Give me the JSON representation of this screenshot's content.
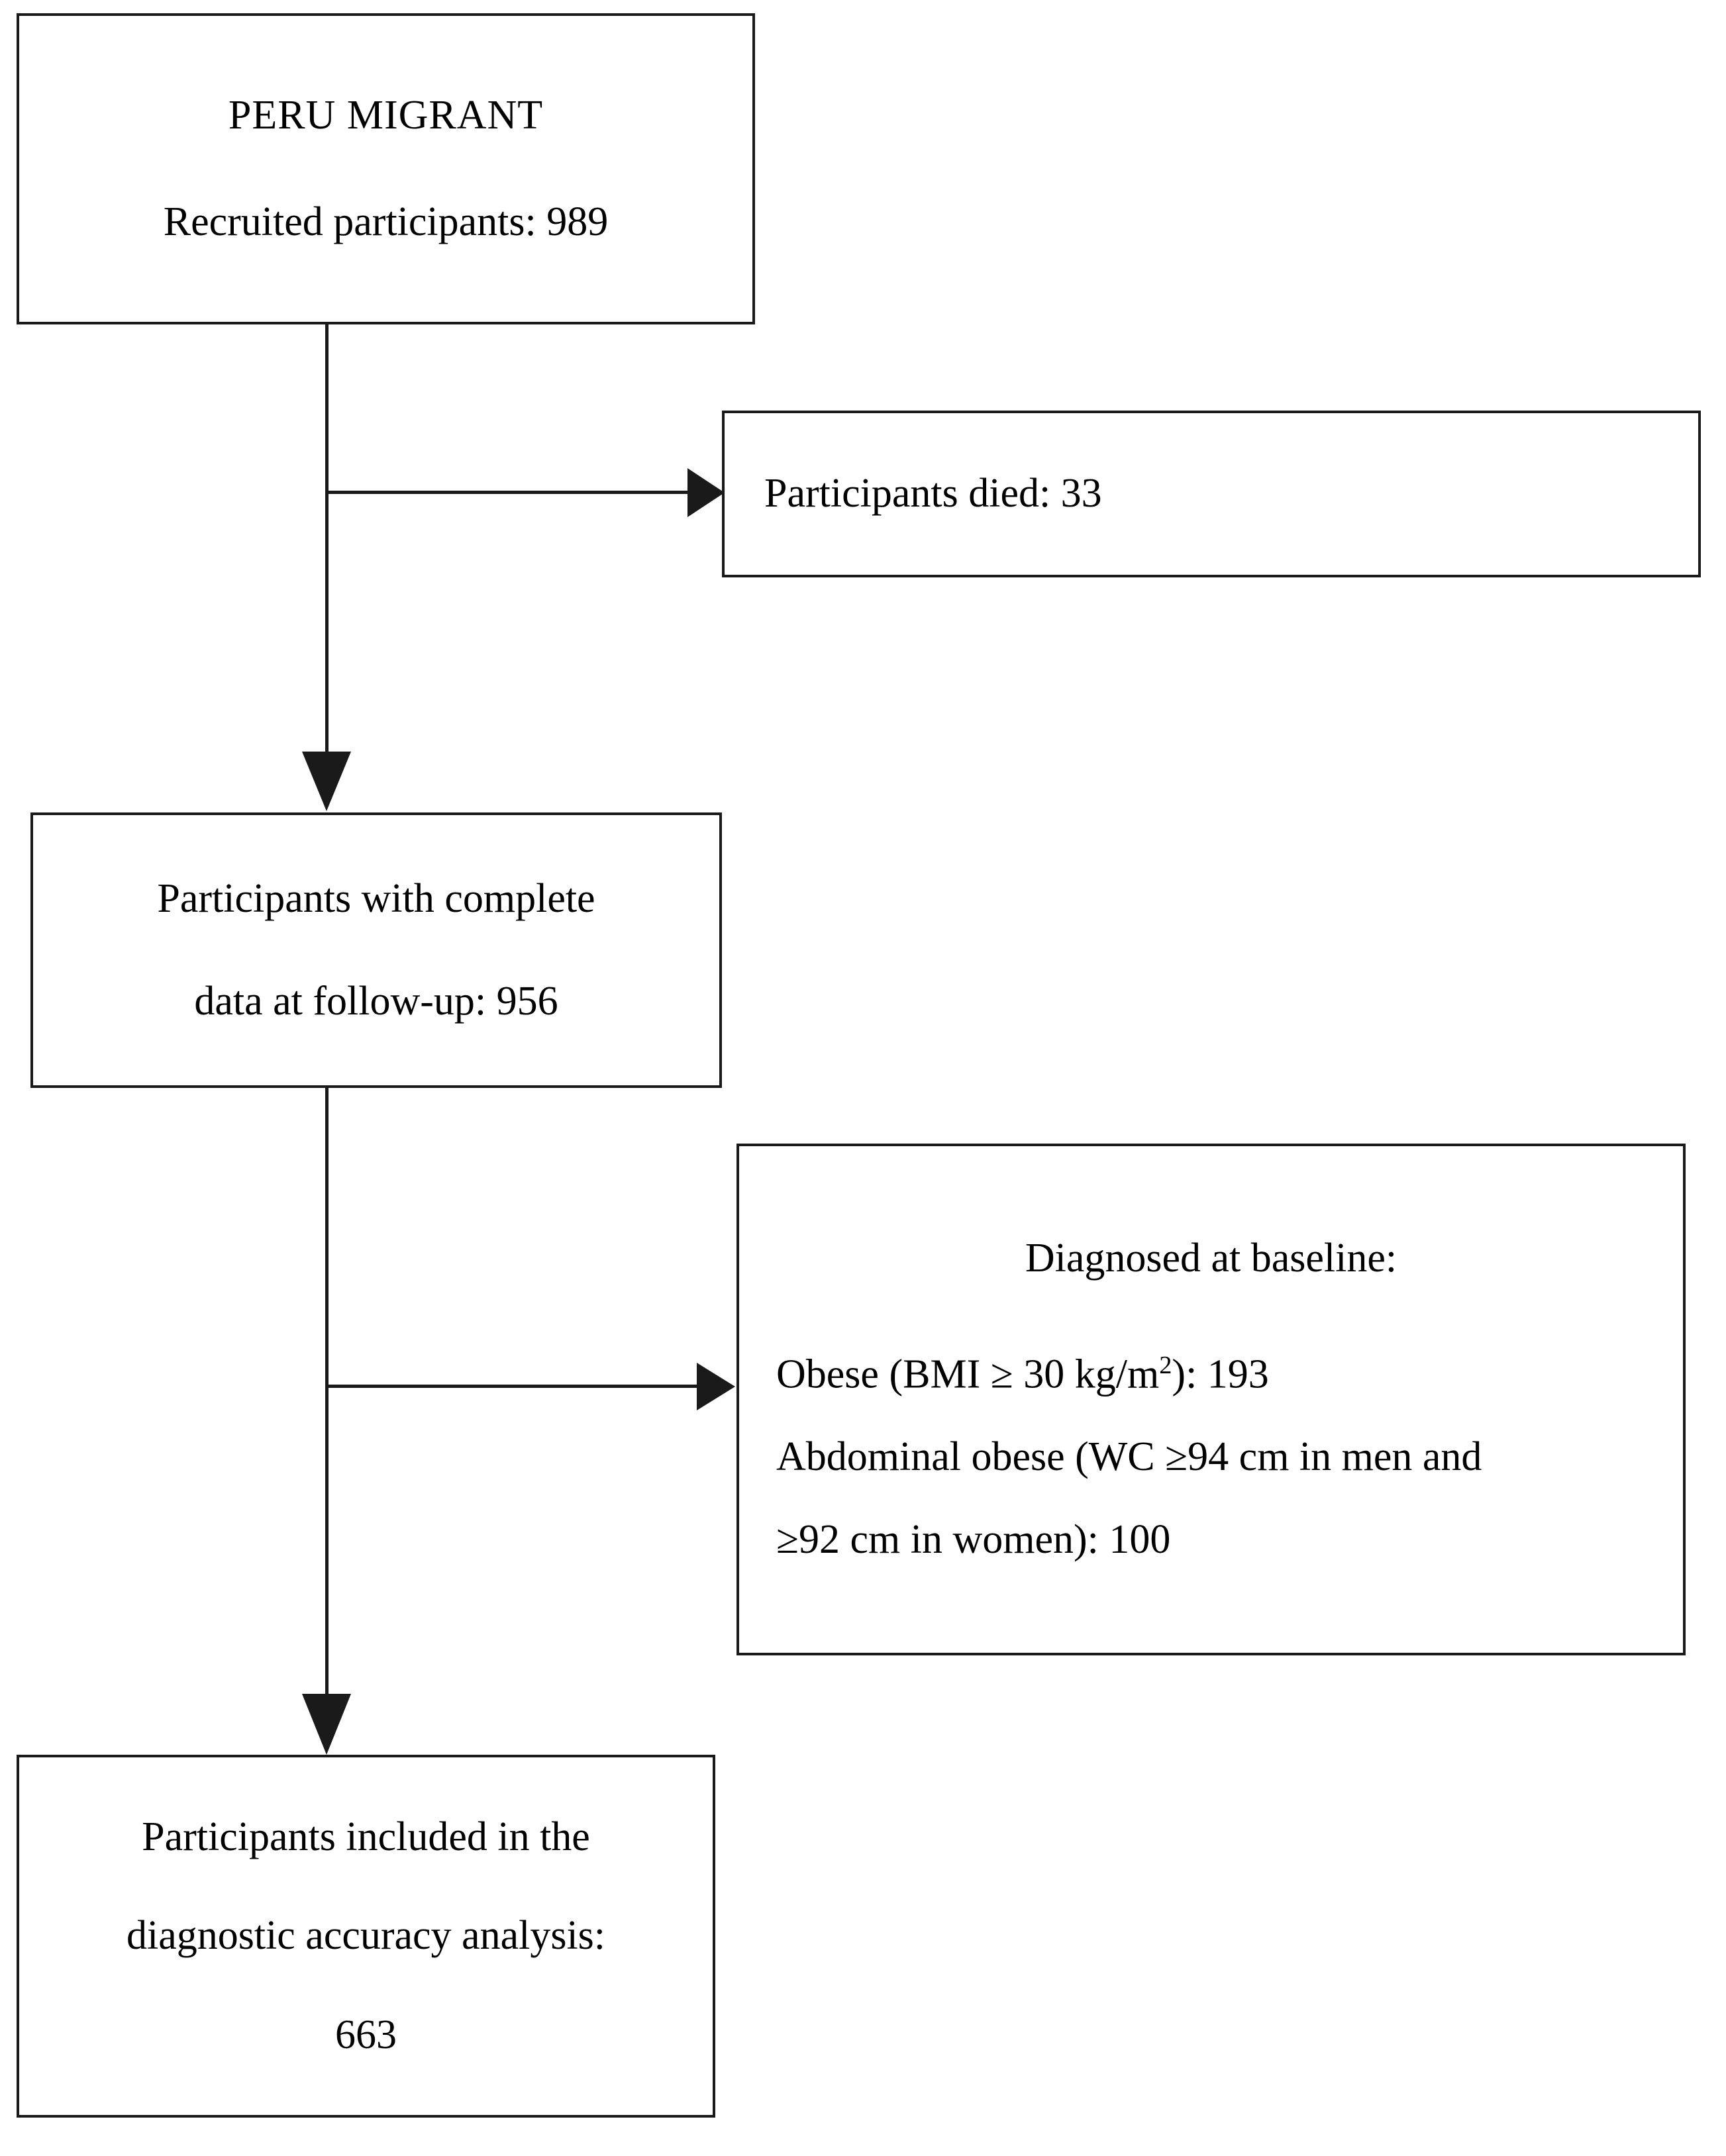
{
  "figure": {
    "type": "flowchart",
    "orientation": "top-to-bottom",
    "background_color": "#ffffff",
    "line_color": "#1a1a1a"
  },
  "nodes": {
    "recruited": {
      "title": "PERU MIGRANT",
      "detail": "Recruited participants: 989",
      "count": 989
    },
    "died": {
      "label": "Participants died: 33",
      "count": 33
    },
    "complete": {
      "line1": "Participants with complete",
      "line2": "data at follow-up: 956",
      "count": 956
    },
    "diagnosed": {
      "heading": "Diagnosed at baseline:",
      "obese_prefix": "Obese (BMI ≥ 30 kg/m",
      "obese_sup": "2",
      "obese_suffix": "): 193",
      "obese_count": 193,
      "abdominal_line1": "Abdominal obese (WC ≥94 cm  in men and",
      "abdominal_line2": "≥92 cm in women): 100",
      "abdominal_count": 100
    },
    "included": {
      "line1": "Participants included in the",
      "line2": "diagnostic accuracy  analysis:",
      "line3": "663",
      "count": 663
    }
  },
  "edges": [
    {
      "from": "recruited",
      "to": "complete",
      "kind": "vertical-arrow"
    },
    {
      "from": "recruited",
      "to": "died",
      "kind": "horizontal-branch-arrow"
    },
    {
      "from": "complete",
      "to": "included",
      "kind": "vertical-arrow"
    },
    {
      "from": "complete",
      "to": "diagnosed",
      "kind": "horizontal-branch-arrow"
    }
  ]
}
